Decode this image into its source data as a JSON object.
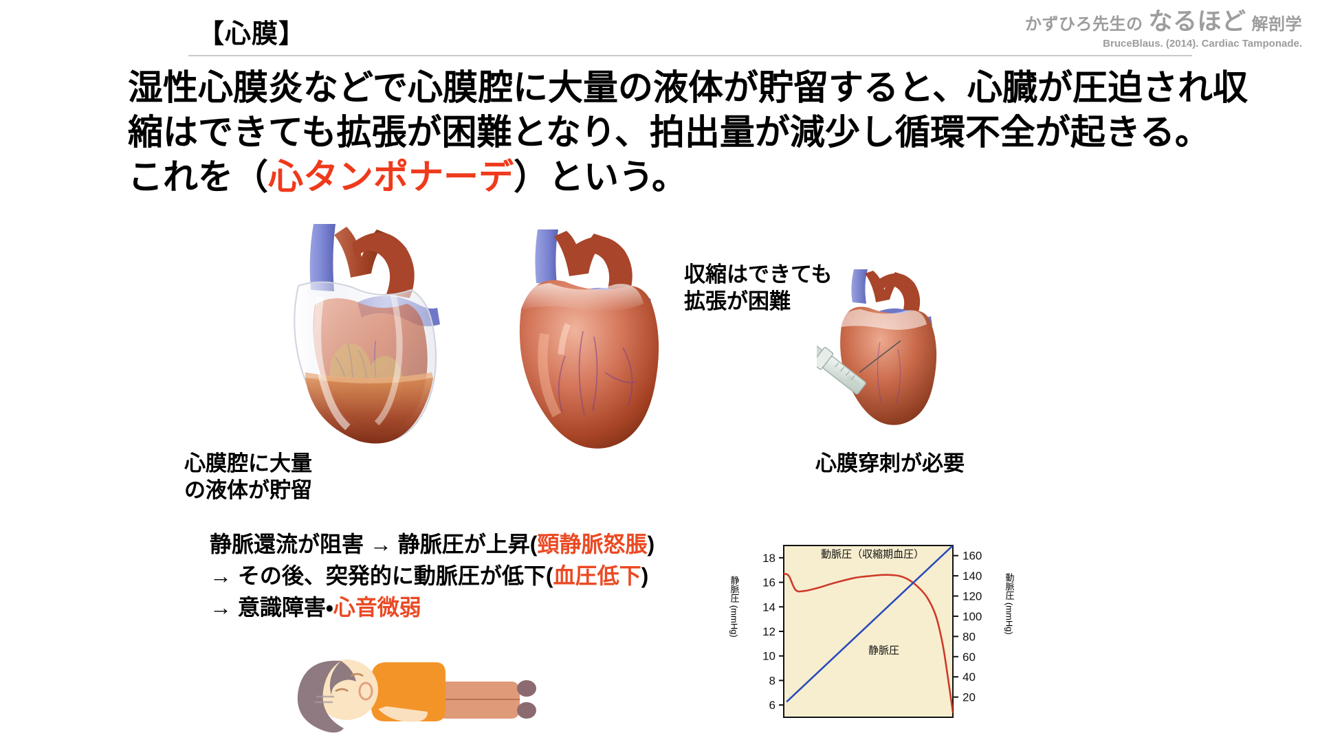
{
  "header": {
    "title": "【心膜】",
    "logo_pre": "かずひろ先生の",
    "logo_main": "なるほど",
    "logo_post": "解剖学",
    "credit": "BruceBlaus. (2014). Cardiac Tamponade."
  },
  "lead": {
    "line1": "湿性心膜炎などで心膜腔に大量の液体が貯留すると、心臓が圧迫され収",
    "line2": "縮はできても拡張が困難となり、拍出量が減少し循環不全が起きる。",
    "line3_pre": "これを（",
    "line3_accent": "心タンポナーデ",
    "line3_post": "）という。"
  },
  "figure_labels": {
    "effusion": "心膜腔に大量\nの液体が貯留",
    "contraction": "収縮はできても\n拡張が困難",
    "puncture": "心膜穿刺が必要"
  },
  "sequence": {
    "line1_a": "静脈還流が阻害 → 静脈圧が上昇(",
    "line1_accent": "頸静脈怒脹",
    "line1_b": ")",
    "line2_a": "→ その後、突発的に動脈圧が低下(",
    "line2_accent": "血圧低下",
    "line2_b": ")",
    "line3_a": "→ 意識障害・",
    "line3_accent": "心音微弱"
  },
  "colors": {
    "accent_red": "#ef3a1c",
    "accent_orange": "#ea4a24",
    "chart_bg": "#f7eecf",
    "arterial_line": "#cf3a2a",
    "venous_line": "#2a4bbd",
    "logo_gray": "#9d9d9d"
  },
  "chart_data": {
    "type": "line",
    "title": "",
    "background": "#f7eecf",
    "grid": false,
    "xlabel": "",
    "x_axis_ticks": [],
    "left_axis": {
      "label": "静脈圧 (mmHg)",
      "ticks": [
        6,
        8,
        10,
        12,
        14,
        16,
        18
      ],
      "range": [
        5,
        19
      ]
    },
    "right_axis": {
      "label": "動脈圧 (mmHg)",
      "ticks": [
        20,
        40,
        60,
        80,
        100,
        120,
        140,
        160
      ],
      "range": [
        0,
        170
      ]
    },
    "annotations": [
      {
        "text": "動脈圧（収縮期血圧）",
        "x": 0.22,
        "y": 0.93
      },
      {
        "text": "静脈圧",
        "x": 0.5,
        "y": 0.37
      }
    ],
    "series": [
      {
        "name": "動脈圧（収縮期血圧）",
        "axis": "right",
        "color": "#cf3a2a",
        "unit": "mmHg",
        "x": [
          0,
          0.03,
          0.07,
          0.12,
          0.2,
          0.3,
          0.42,
          0.52,
          0.6,
          0.68,
          0.74,
          0.8,
          0.85,
          0.9,
          0.94,
          0.97,
          1.0
        ],
        "values": [
          142,
          140,
          126,
          125,
          128,
          133,
          138,
          140,
          141,
          140,
          136,
          128,
          118,
          100,
          72,
          40,
          5
        ]
      },
      {
        "name": "静脈圧",
        "axis": "left",
        "color": "#2a4bbd",
        "unit": "mmHg",
        "x": [
          0.02,
          1.0
        ],
        "values": [
          6.3,
          19.0
        ]
      }
    ]
  }
}
